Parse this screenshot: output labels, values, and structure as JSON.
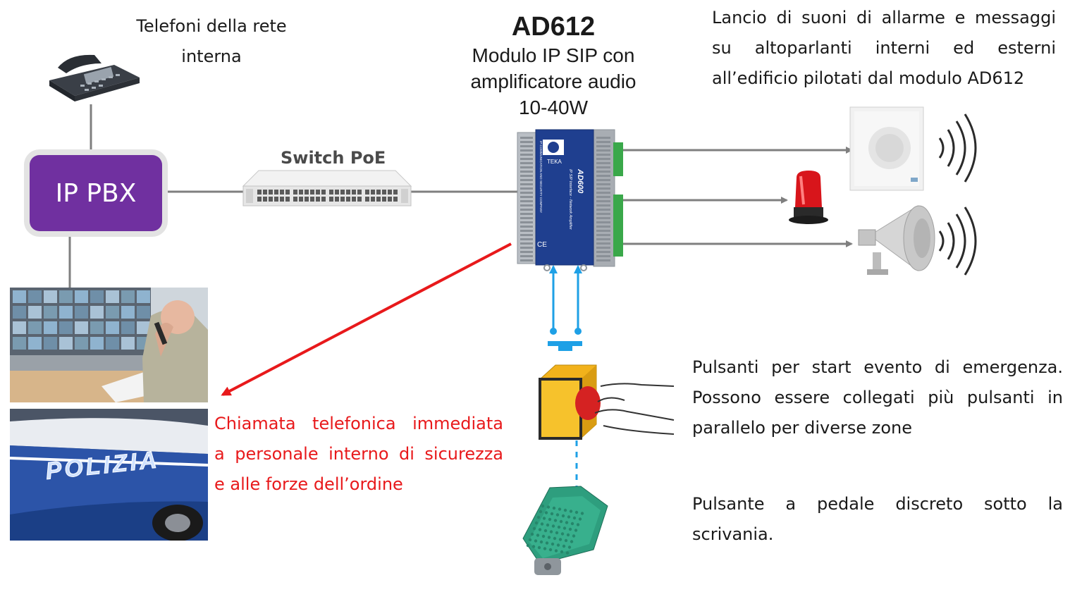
{
  "title": {
    "model": "AD612",
    "line1": "Modulo IP SIP con",
    "line2": "amplificatore audio",
    "line3": "10-40W"
  },
  "phones": {
    "line1": "Telefoni della rete",
    "line2": "interna"
  },
  "pbx": {
    "label": "IP PBX"
  },
  "switch": {
    "label": "Switch PoE"
  },
  "module": {
    "brand": "TEKA",
    "model": "AD600",
    "sub": "IP SIP Interface - Network Amplifier",
    "side": "IP COMMUNICATION AND SECURITY COMPANY",
    "ce": "CE"
  },
  "alarm": {
    "line1": "Lancio di suoni di allarme e messaggi",
    "line2": "su altoparlanti interni ed esterni",
    "line3": "all’edificio pilotati dal modulo AD612"
  },
  "call": {
    "line1": "Chiamata telefonica immediata",
    "line2": "a personale interno di sicurezza",
    "line3": "e alle forze dell’ordine"
  },
  "buttons": {
    "line1": "Pulsanti per start evento di emergenza.",
    "line2": "Possono essere collegati più pulsanti in",
    "line3": "parallelo per diverse zone"
  },
  "pedal": {
    "line1": "Pulsante a pedale discreto sotto la",
    "line2": "scrivania."
  },
  "police": {
    "text": "POLIZIA"
  },
  "colors": {
    "pbx": "#7030a0",
    "call_text": "#e8191b",
    "arrow_red": "#e8191b",
    "wire_blue": "#1ea0e6",
    "wire_grey": "#7f7f7f",
    "module_blue": "#1f3f8f"
  }
}
